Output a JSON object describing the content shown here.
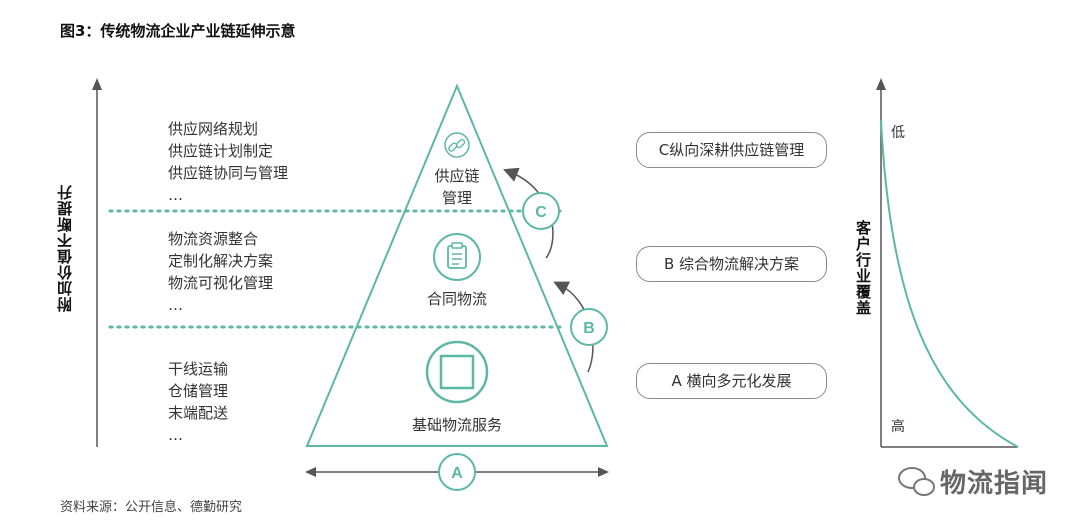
{
  "title": "图3：传统物流企业产业链延伸示意",
  "source": "资料来源：公开信息、德勤研究",
  "left_axis_label": "附加价值不断提升",
  "right_axis_label": "客户行业覆盖",
  "right_axis_low": "低",
  "right_axis_high": "高",
  "levels": [
    {
      "title_lines": [
        "供应链",
        "管理"
      ],
      "items": [
        "供应网络规划",
        "供应链计划制定",
        "供应链协同与管理",
        "…"
      ],
      "badge": "C",
      "box": "C纵向深耕供应链管理",
      "icon": "link-icon"
    },
    {
      "title_lines": [
        "合同物流"
      ],
      "items": [
        "物流资源整合",
        "定制化解决方案",
        "物流可视化管理",
        "…"
      ],
      "badge": "B",
      "box": "B 综合物流解决方案",
      "icon": "clipboard-icon"
    },
    {
      "title_lines": [
        "基础物流服务"
      ],
      "items": [
        "干线运输",
        "仓储管理",
        "末端配送",
        "…"
      ],
      "badge": "A",
      "box": "A 横向多元化发展",
      "icon": "square-icon"
    }
  ],
  "watermark": "物流指闻",
  "colors": {
    "teal": "#5db7a5",
    "axis": "#555555",
    "dotted": "#5db7a5"
  }
}
